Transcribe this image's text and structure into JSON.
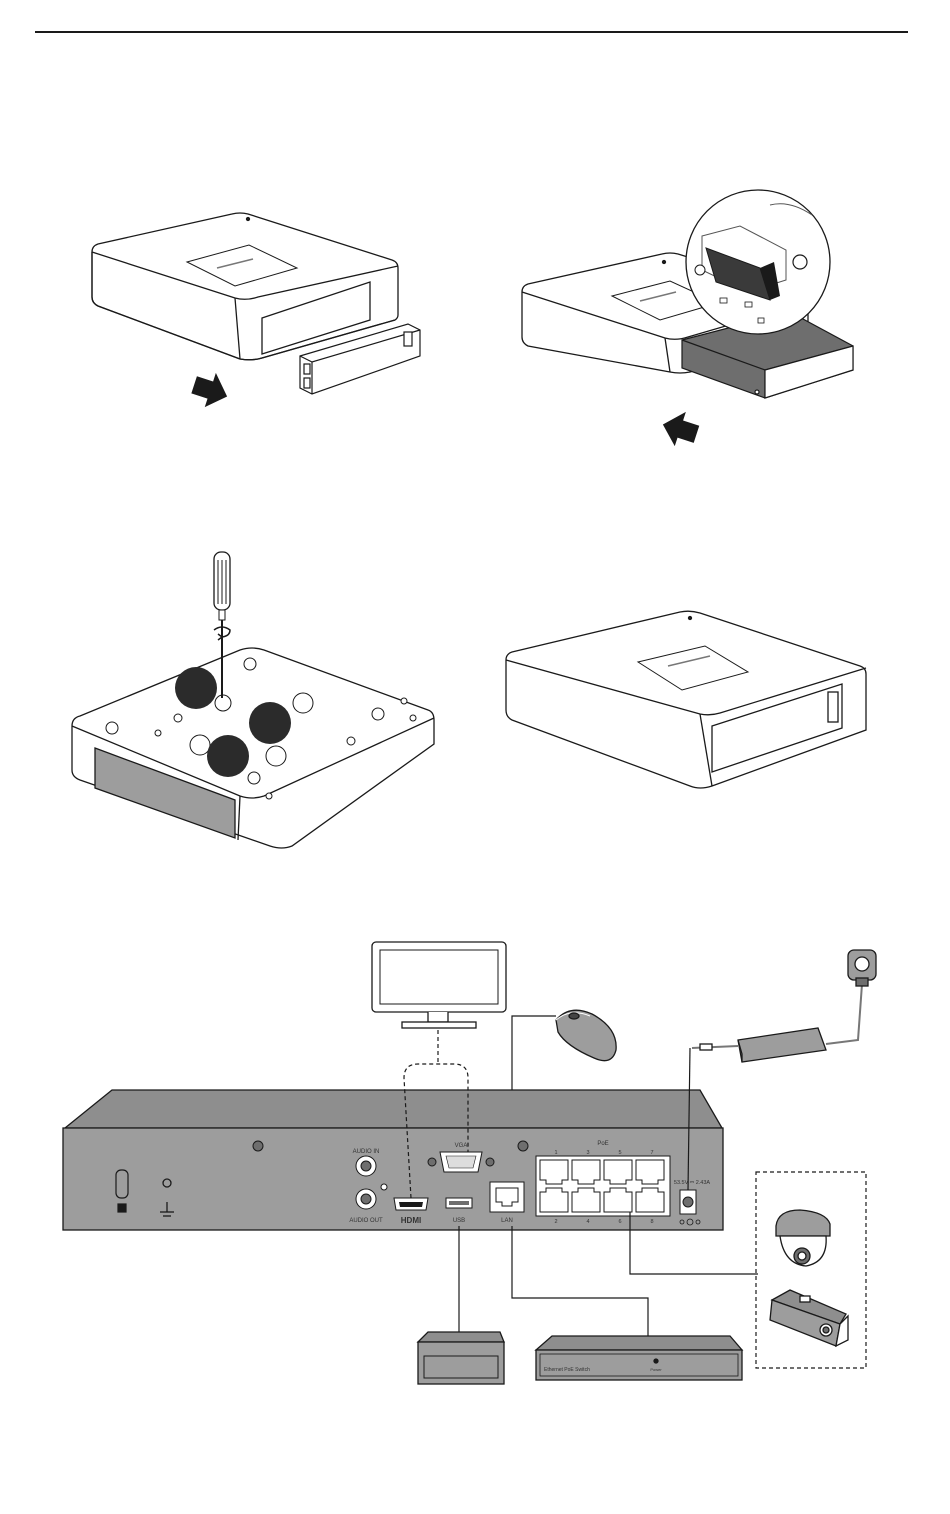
{
  "colors": {
    "line": "#1a1a1a",
    "panel": "#9d9d9d",
    "panel_top": "#8e8e8e",
    "hdd": "#6e6e6e",
    "step_circle": "#2b2b2b",
    "white": "#ffffff"
  },
  "rear_panel": {
    "ports": {
      "audio_in": "AUDIO IN",
      "audio_out": "AUDIO OUT",
      "hdmi": "HDMI",
      "vga": "VGA",
      "usb": "USB",
      "lan": "LAN",
      "poe": "PoE",
      "power": "53.5V ⎓ 2.43A",
      "poe_top_numbers": [
        "1",
        "3",
        "5",
        "7"
      ],
      "poe_bottom_numbers": [
        "2",
        "4",
        "6",
        "8"
      ]
    }
  },
  "switch": {
    "label": "Ethernet PoE Switch",
    "sub_label": "Power"
  },
  "icons": {
    "top_rule": "horizontal-rule",
    "arrow_out": "arrow-right-icon",
    "arrow_in": "arrow-left-icon",
    "screwdriver": "screwdriver-icon",
    "monitor": "monitor-icon",
    "mouse": "mouse-icon",
    "power_adapter": "power-adapter-icon",
    "plug": "power-plug-icon",
    "dome_camera": "dome-camera-icon",
    "bullet_camera": "bullet-camera-icon",
    "usb_drive": "usb-drive-icon",
    "lock": "kensington-lock-icon",
    "ground": "ground-icon"
  }
}
